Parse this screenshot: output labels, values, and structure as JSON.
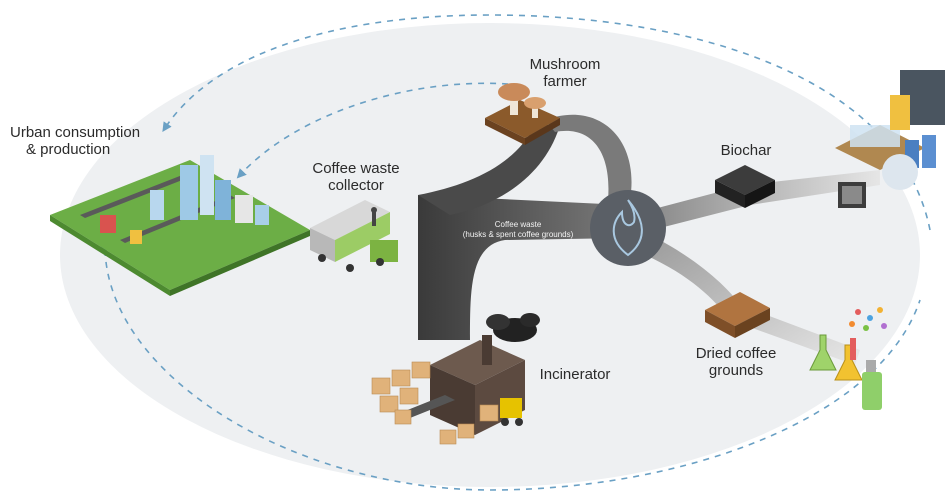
{
  "labels": {
    "urban_line1": "Urban consumption",
    "urban_line2": "& production",
    "collector_line1": "Coffee waste",
    "collector_line2": "collector",
    "mushroom_line1": "Mushroom",
    "mushroom_line2": "farmer",
    "biochar": "Biochar",
    "waste_line1": "Coffee waste",
    "waste_line2": "(husks & spent coffee grounds)",
    "incinerator": "Incinerator",
    "dried_line1": "Dried coffee",
    "dried_line2": "grounds"
  },
  "colors": {
    "cycle_fill": "#eef0f2",
    "dashed_arrow": "#6aa0c4",
    "stream_dark": "#3f3f3f",
    "stream_mid": "#8a8a8a",
    "stream_light": "#c8c8c8",
    "hub": "#5a5f66",
    "flame": "#a9c8e0",
    "wood": "#8b5a2b",
    "box": "#e0b27a",
    "biochar": "#2c2c2c",
    "dried_grounds": "#a0683a"
  },
  "icons": [
    "city-icon",
    "garbage-truck-icon",
    "mushroom-icon",
    "flame-icon",
    "biochar-icon",
    "factory-icon",
    "incinerator-icon",
    "dried-grounds-icon",
    "lab-flasks-icon"
  ]
}
